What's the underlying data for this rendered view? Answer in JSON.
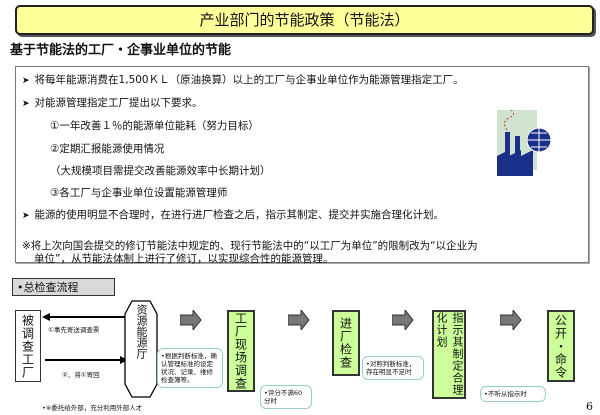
{
  "title": "产业部门的节能政策（节能法）",
  "subtitle": "基于节能法的工厂・企事业单位的节能",
  "bullets": {
    "b1": "将每年能源消费在1,500ＫＬ（原油换算）以上的工厂与企事业单位作为能源管理指定工厂。",
    "b2": "对能源管理指定工厂提出以下要求。",
    "r1": "①一年改善１％的能源单位能耗（努力目标）",
    "r2": "②定期汇报能源使用情况",
    "r2b": "（大规模项目需提交改善能源效率中长期计划）",
    "r3": "③各工厂与企事业单位设置能源管理师",
    "b3": "能源的使用明显不合理时，在进行进厂检查之后，指示其制定、提交并实施合理化计划。",
    "note1": "※将上次向国会提交的修订节能法中规定的、现行节能法中的“以工厂为单位”的限制改为“以企业为",
    "note2": "单位”，从节能法体制上进行了修订，以实现综合性的能源管理。"
  },
  "flow": {
    "header": "•总检查流程",
    "investigated": "被调查工厂",
    "agency": "资源能源厅",
    "step1_label": "①事先寄送调查票",
    "step2_label": "②、将①寄回",
    "onsite": "工厂现场调查",
    "onsite_note": "•根据判断标准，确认管理标准的设定状况、记录、维修检查簿等。",
    "score_note": "•评分不满60分时",
    "inspect": "进厂检查",
    "inspect_note": "•对照判断标准，存在明显不足时",
    "instruct": "指示其制定合理化计划",
    "refuse_note": "•不听从指示时",
    "publish": "公开・命令",
    "footnote": "•※委托给外部，充分利用外部人才"
  },
  "page_number": "6"
}
